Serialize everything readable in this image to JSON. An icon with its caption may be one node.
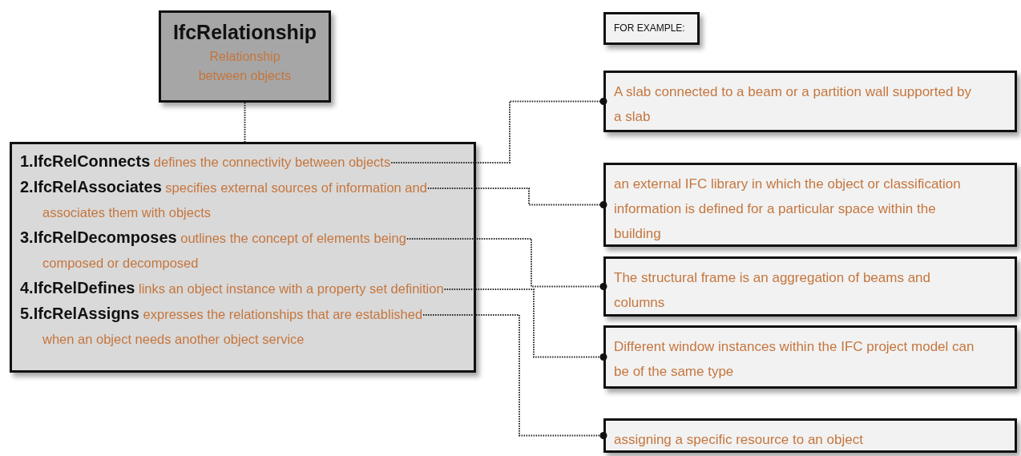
{
  "diagram": {
    "nodes": [
      {
        "text": [
          "IfcRelationship",
          "Relationship between objects"
        ]
      },
      {
        "text": [],
        "shape": "box"
      },
      {
        "text": [
          "1.IfcRelConnects",
          "defines the connectivity between objects"
        ],
        "in": 1
      },
      {
        "text": [
          "2.IfcRelAssociates",
          "specifies external sources of information and associates them with objects"
        ],
        "in": 1
      },
      {
        "text": [
          "3.IfcRelDecomposes",
          "outlines the concept of elements being composed or decomposed"
        ],
        "in": 1
      },
      {
        "text": [
          "4.IfcRelDefines",
          "links an object instance with a property set definition"
        ],
        "in": 1
      },
      {
        "text": [
          "5.IfcRelAssigns",
          "expresses the relationships that are established when an object needs another object service"
        ],
        "in": 1
      },
      {
        "text": [
          "FOR EXAMPLE:"
        ]
      },
      {
        "text": [
          "A slab connected to a beam or a partition wall supported by a slab"
        ]
      },
      {
        "text": [
          "an external IFC library in which the object or classification information is defined for a particular space within the building"
        ]
      },
      {
        "text": [
          "The structural frame is an aggregation of beams and columns"
        ]
      },
      {
        "text": [
          "Different window instances within the IFC project model can be of the same type"
        ]
      },
      {
        "text": [
          "assigning a specific resource to an object"
        ]
      }
    ],
    "edges": [
      {
        "from": 0,
        "to": 1,
        "arrow": "none",
        "style": "dashed"
      },
      {
        "from": 2,
        "to": 8,
        "arrow": "other",
        "style": "dashed"
      },
      {
        "from": 3,
        "to": 9,
        "arrow": "other",
        "style": "dashed"
      },
      {
        "from": 4,
        "to": 10,
        "arrow": "other",
        "style": "dashed"
      },
      {
        "from": 5,
        "to": 11,
        "arrow": "other",
        "style": "dashed"
      },
      {
        "from": 6,
        "to": 12,
        "arrow": "other",
        "style": "dashed"
      }
    ]
  }
}
